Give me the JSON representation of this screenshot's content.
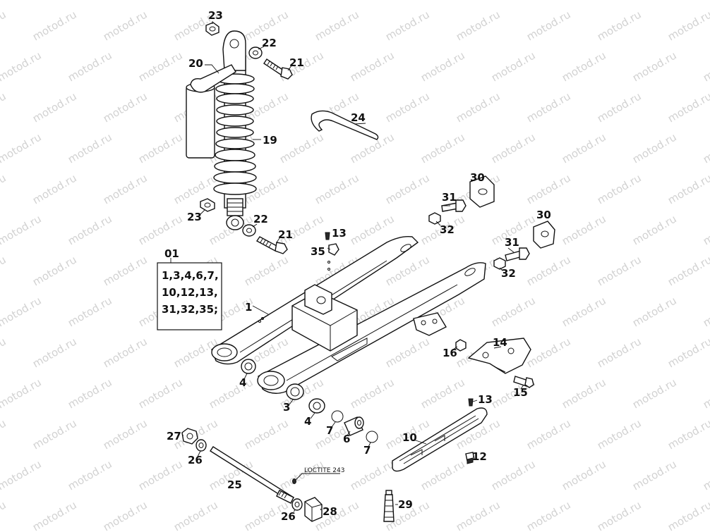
{
  "watermark": {
    "text": "motod.ru"
  },
  "assembly": {
    "number": "01",
    "contents": [
      "1,3,4,6,7,",
      "10,12,13,",
      "31,32,35;"
    ]
  },
  "note": {
    "text": "LOCTITE 243"
  },
  "callouts": {
    "c23a": "23",
    "c22a": "22",
    "c20": "20",
    "c21a": "21",
    "c19": "19",
    "c24": "24",
    "c23b": "23",
    "c22b": "22",
    "c21b": "21",
    "c13a": "13",
    "c35": "35",
    "c30a": "30",
    "c31a": "31",
    "c32a": "32",
    "c30b": "30",
    "c31b": "31",
    "c32b": "32",
    "c1": "1",
    "c14": "14",
    "c16": "16",
    "c15": "15",
    "c4a": "4",
    "c3": "3",
    "c4b": "4",
    "c7a": "7",
    "c6": "6",
    "c7b": "7",
    "c13b": "13",
    "c10": "10",
    "c12": "12",
    "c27": "27",
    "c26a": "26",
    "c25": "25",
    "c26b": "26",
    "c28": "28",
    "c29": "29"
  },
  "colors": {
    "line": "#111111",
    "watermark": "#d2d2d2",
    "background": "#ffffff"
  }
}
